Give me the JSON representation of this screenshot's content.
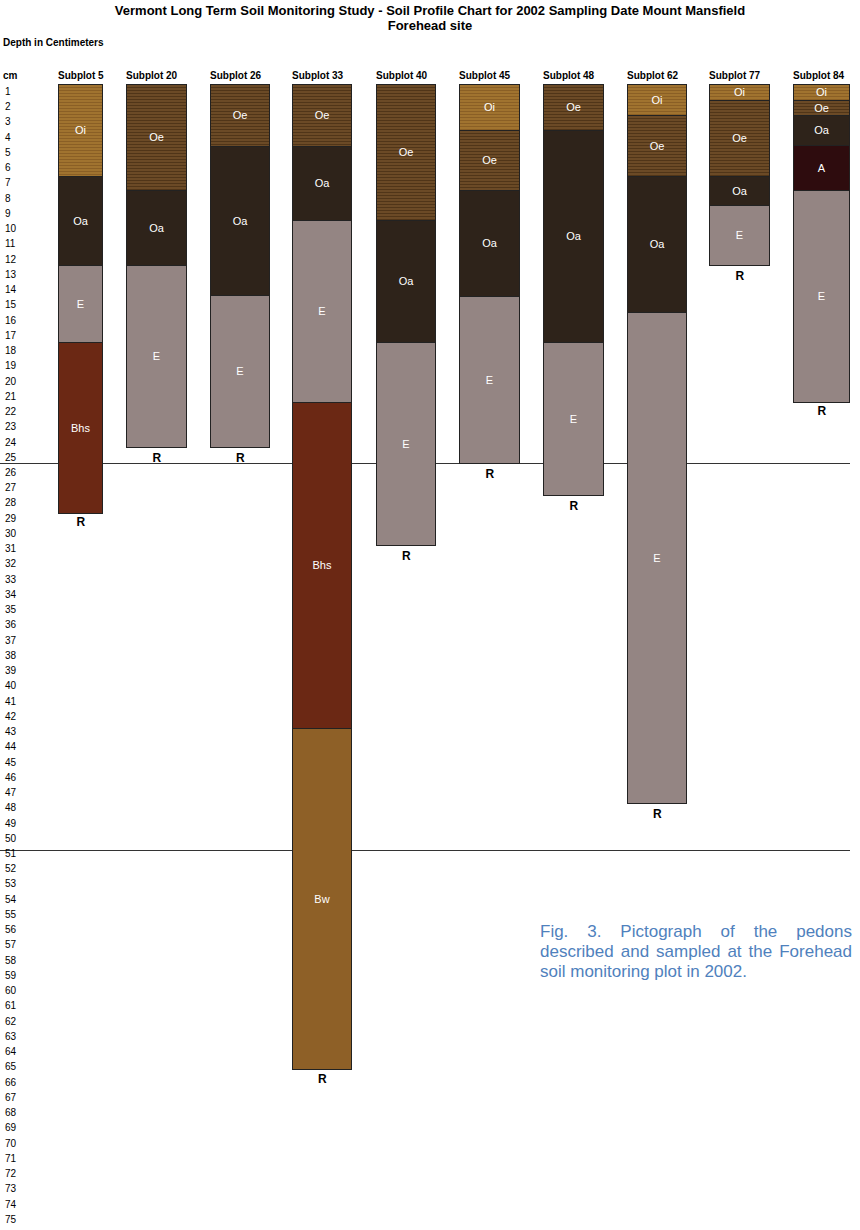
{
  "diagram": {
    "title": "Vermont Long Term Soil Monitoring Study - Soil Profile Chart for 2002 Sampling Date Mount Mansfield  Forehead site",
    "caption": "Fig. 3. Pictograph of the pedons described and sampled at the Forehead soil monitoring plot in 2002.",
    "nodes": [
      {
        "text": [
          "Oi"
        ]
      },
      {
        "text": [
          "Oa"
        ]
      },
      {
        "text": [
          "E"
        ]
      },
      {
        "text": [
          "Bhs"
        ]
      },
      {
        "text": [
          "Oe"
        ]
      },
      {
        "text": [
          "Oa"
        ]
      },
      {
        "text": [
          "E"
        ]
      },
      {
        "text": [
          "Oe"
        ]
      },
      {
        "text": [
          "Oa"
        ]
      },
      {
        "text": [
          "E"
        ]
      },
      {
        "text": [
          "Oe"
        ]
      },
      {
        "text": [
          "Oa"
        ]
      },
      {
        "text": [
          "E"
        ]
      },
      {
        "text": [
          "Bhs"
        ]
      },
      {
        "text": [
          "Bw"
        ]
      },
      {
        "text": [
          "Oe"
        ]
      },
      {
        "text": [
          "Oa"
        ]
      },
      {
        "text": [
          "E"
        ]
      },
      {
        "text": [
          "Oi"
        ]
      },
      {
        "text": [
          "Oe"
        ]
      },
      {
        "text": [
          "Oa"
        ]
      },
      {
        "text": [
          "E"
        ]
      },
      {
        "text": [
          "Oe"
        ]
      },
      {
        "text": [
          "Oa"
        ]
      },
      {
        "text": [
          "E"
        ]
      },
      {
        "text": [
          "Oi"
        ]
      },
      {
        "text": [
          "Oe"
        ]
      },
      {
        "text": [
          "Oa"
        ]
      },
      {
        "text": [
          "E"
        ]
      },
      {
        "text": [
          "Oi"
        ]
      },
      {
        "text": [
          "Oe"
        ]
      },
      {
        "text": [
          "Oa"
        ]
      },
      {
        "text": [
          "E"
        ]
      },
      {
        "text": [
          "Oi"
        ]
      },
      {
        "text": [
          "Oe"
        ]
      },
      {
        "text": [
          "Oa"
        ]
      },
      {
        "text": [
          "A"
        ]
      },
      {
        "text": [
          "E"
        ]
      }
    ],
    "labels": [
      "Depth in Centimeters",
      "cm",
      "Subplot 5",
      "Subplot 20",
      "Subplot 26",
      "Subplot 33",
      "Subplot 40",
      "Subplot 45",
      "Subplot 48",
      "Subplot 62",
      "Subplot 77",
      "Subplot 84",
      "1",
      "2",
      "3",
      "4",
      "5",
      "6",
      "7",
      "8",
      "9",
      "10",
      "11",
      "12",
      "13",
      "14",
      "15",
      "16",
      "17",
      "18",
      "19",
      "20",
      "21",
      "22",
      "23",
      "24",
      "25",
      "26",
      "27",
      "28",
      "29",
      "30",
      "31",
      "32",
      "33",
      "34",
      "35",
      "36",
      "37",
      "38",
      "39",
      "40",
      "41",
      "42",
      "43",
      "44",
      "45",
      "46",
      "47",
      "48",
      "49",
      "50",
      "51",
      "52",
      "53",
      "54",
      "55",
      "56",
      "57",
      "58",
      "59",
      "60",
      "61",
      "62",
      "63",
      "64",
      "65",
      "66",
      "67",
      "68",
      "69",
      "70",
      "71",
      "72",
      "73",
      "74",
      "75",
      "R",
      "R",
      "R",
      "R",
      "R",
      "R",
      "R",
      "R",
      "R",
      "R"
    ]
  }
}
